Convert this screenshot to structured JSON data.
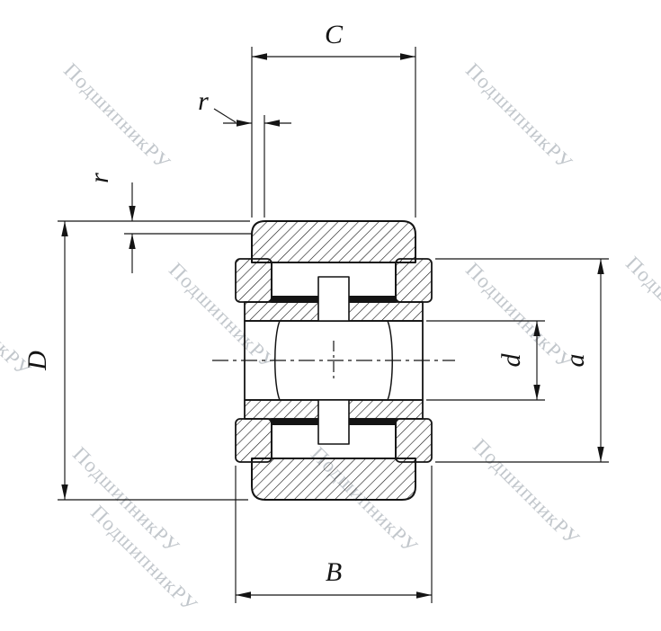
{
  "diagram": {
    "type": "bearing-cross-section-technical-drawing",
    "labels": {
      "outer_ring_width": "C",
      "corner_radius": "r",
      "outer_diameter": "D",
      "bore_diameter": "d",
      "flange_diameter": "a",
      "inner_ring_width": "B"
    },
    "colors": {
      "line": "#141414",
      "background": "#ffffff",
      "watermark": "#c2c7cc"
    }
  },
  "watermark": {
    "text": "ПодшипникРУ"
  }
}
